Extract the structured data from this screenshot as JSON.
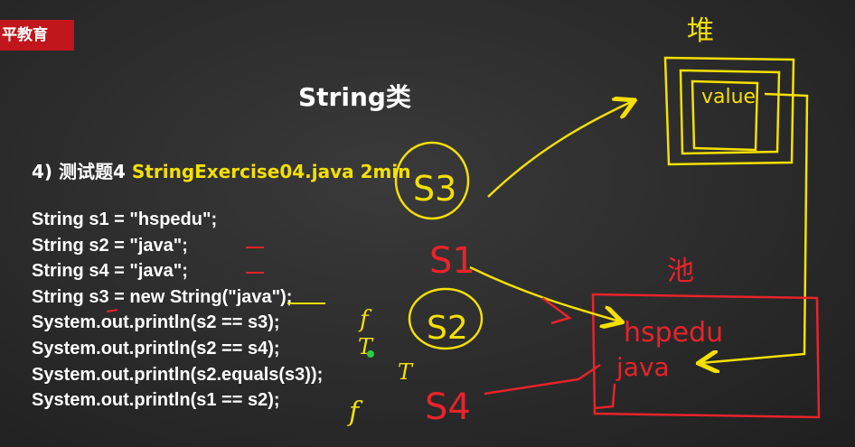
{
  "brand": {
    "label": "平教育"
  },
  "slide": {
    "title": "String类",
    "question_prefix": "4) 测试题4 ",
    "question_file": "StringExercise04.java 2min"
  },
  "code_lines": [
    "String s1 = \"hspedu\";",
    "String s2 = \"java\";",
    "String s4 = \"java\";",
    "String s3 = new String(\"java\");",
    "System.out.println(s2 == s3);",
    "System.out.println(s2 == s4);",
    "System.out.println(s2.equals(s3));",
    "System.out.println(s1 == s2);"
  ],
  "annotations": {
    "heap_label": "堆",
    "value_label": "value",
    "pool_label": "池",
    "pool_entry_1": "hspedu",
    "pool_entry_2": "java",
    "ref_s3": "S3",
    "ref_s1": "S1",
    "ref_s2": "S2",
    "ref_s4": "S4",
    "answer_1": "f",
    "answer_2": "T",
    "answer_3": "T",
    "answer_4": "f"
  },
  "colors": {
    "brand_red": "#c0161c",
    "highlight_yellow": "#f5e000",
    "ink_red": "#e8232a"
  }
}
